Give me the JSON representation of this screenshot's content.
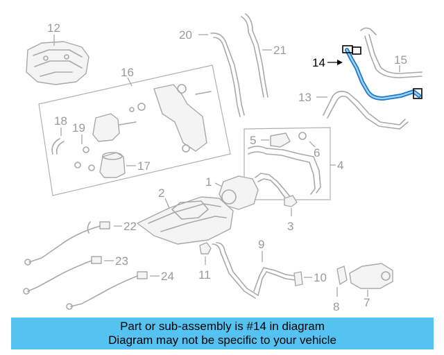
{
  "diagram": {
    "highlighted_part": "14",
    "highlight_color": "#1e78c8",
    "part_color": "#a8a8a8",
    "callouts": [
      "1",
      "2",
      "3",
      "4",
      "5",
      "6",
      "7",
      "8",
      "9",
      "10",
      "11",
      "12",
      "13",
      "14",
      "15",
      "16",
      "17",
      "18",
      "19",
      "20",
      "21",
      "22",
      "23",
      "24"
    ]
  },
  "banner": {
    "line1": "Part or sub-assembly is #14 in diagram",
    "line2": "Diagram may not be specific to your vehicle",
    "background": "#54c3f1"
  }
}
